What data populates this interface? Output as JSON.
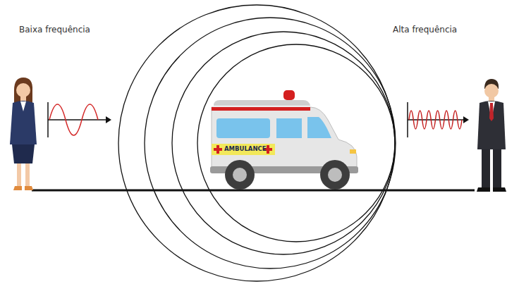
{
  "diagram": {
    "labels": [
      "Baixa frequência",
      "Alta frequência",
      "AMBULANCE"
    ]
  }
}
